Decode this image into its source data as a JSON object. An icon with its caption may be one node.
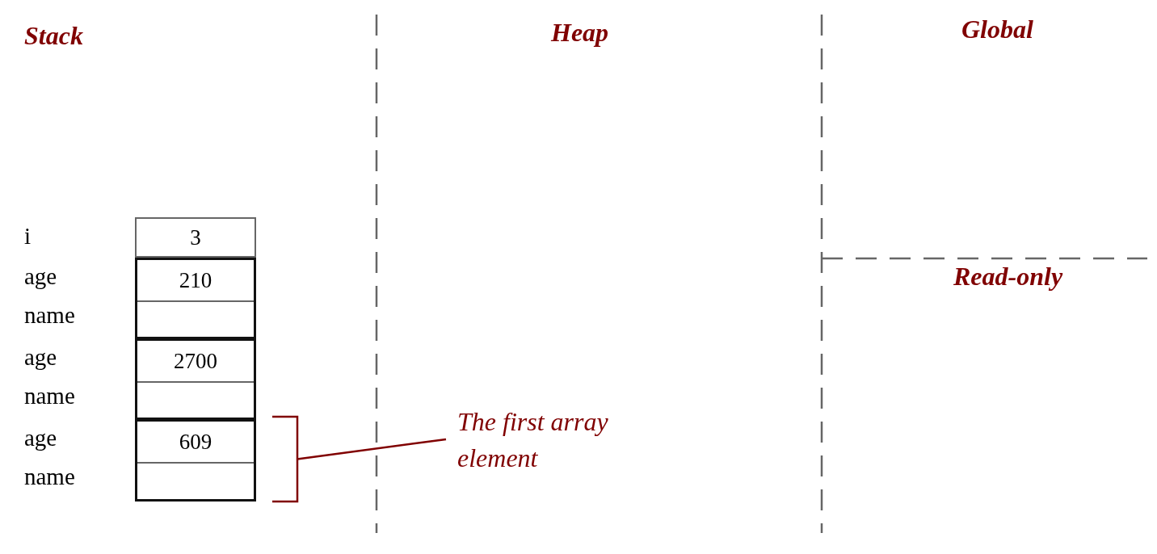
{
  "diagram": {
    "nodes": [
      {
        "text": [
          "3"
        ]
      },
      {
        "text": [],
        "shape": "box"
      },
      {
        "text": [
          "210"
        ],
        "in": 1
      },
      {
        "text": [],
        "shape": "box",
        "in": 1
      },
      {
        "text": [],
        "shape": "box"
      },
      {
        "text": [
          "2700"
        ],
        "in": 4
      },
      {
        "text": [],
        "shape": "box",
        "in": 4
      },
      {
        "text": [],
        "shape": "box"
      },
      {
        "text": [
          "609"
        ],
        "in": 7
      },
      {
        "text": [],
        "shape": "box",
        "in": 7
      },
      {
        "text": [
          "The first array element"
        ]
      },
      {
        "text": [],
        "shape": "bracket"
      }
    ],
    "edges": [
      {
        "from": 10,
        "to": 11,
        "arrow": "none",
        "color": "#800000"
      }
    ],
    "labels": [
      "Stack",
      "Heap",
      "Global",
      "i",
      "age",
      "Read-only",
      "name",
      "age",
      "name",
      "age",
      "name"
    ]
  }
}
